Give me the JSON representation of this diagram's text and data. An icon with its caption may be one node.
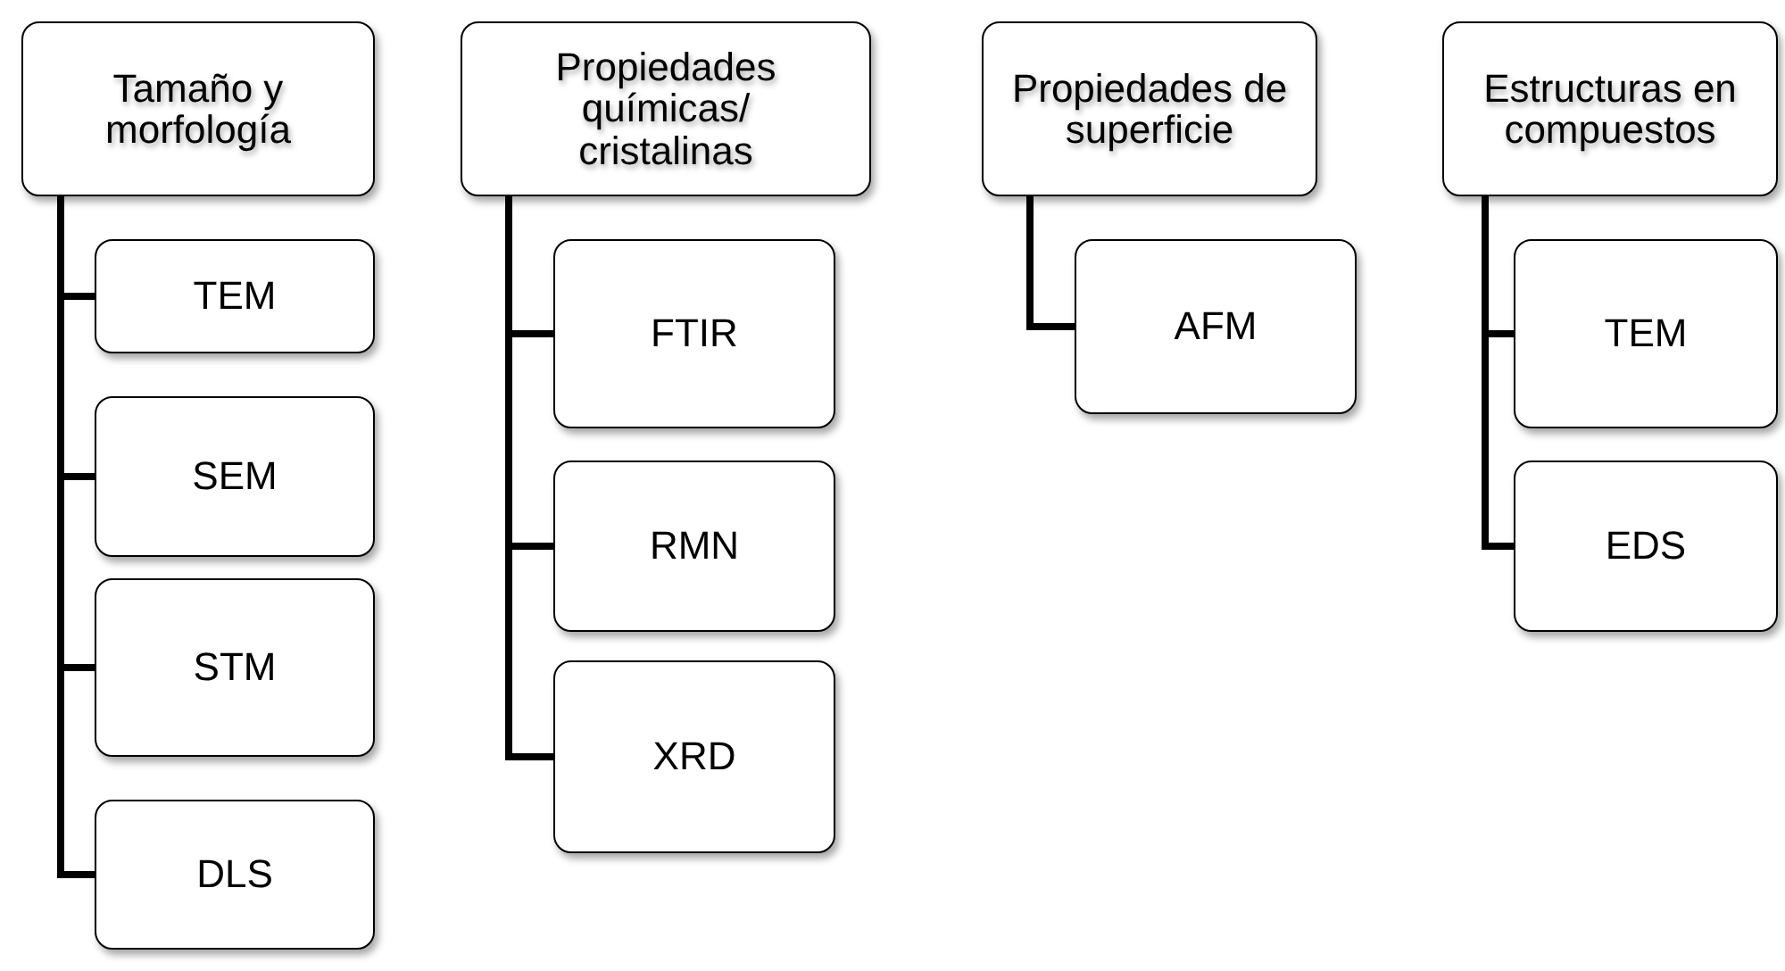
{
  "diagram": {
    "nodes": [
      {
        "text": [
          "Tamaño y morfología"
        ]
      },
      {
        "text": [
          "TEM"
        ]
      },
      {
        "text": [
          "SEM"
        ]
      },
      {
        "text": [
          "STM"
        ]
      },
      {
        "text": [
          "DLS"
        ]
      },
      {
        "text": [
          "Propiedades químicas/ cristalinas"
        ]
      },
      {
        "text": [
          "FTIR"
        ]
      },
      {
        "text": [
          "RMN"
        ]
      },
      {
        "text": [
          "XRD"
        ]
      },
      {
        "text": [
          "Propiedades de superficie"
        ]
      },
      {
        "text": [
          "AFM"
        ]
      },
      {
        "text": [
          "Estructuras en compuestos"
        ]
      },
      {
        "text": [
          "TEM"
        ]
      },
      {
        "text": [
          "EDS"
        ]
      }
    ],
    "edges": [
      {
        "from": 0,
        "to": 1,
        "arrow": "none"
      },
      {
        "from": 0,
        "to": 2,
        "arrow": "none"
      },
      {
        "from": 0,
        "to": 3,
        "arrow": "none"
      },
      {
        "from": 0,
        "to": 4,
        "arrow": "none"
      },
      {
        "from": 5,
        "to": 6,
        "arrow": "none"
      },
      {
        "from": 5,
        "to": 7,
        "arrow": "none"
      },
      {
        "from": 5,
        "to": 8,
        "arrow": "none"
      },
      {
        "from": 9,
        "to": 10,
        "arrow": "none"
      },
      {
        "from": 11,
        "to": 12,
        "arrow": "none"
      },
      {
        "from": 11,
        "to": 13,
        "arrow": "none"
      }
    ]
  }
}
